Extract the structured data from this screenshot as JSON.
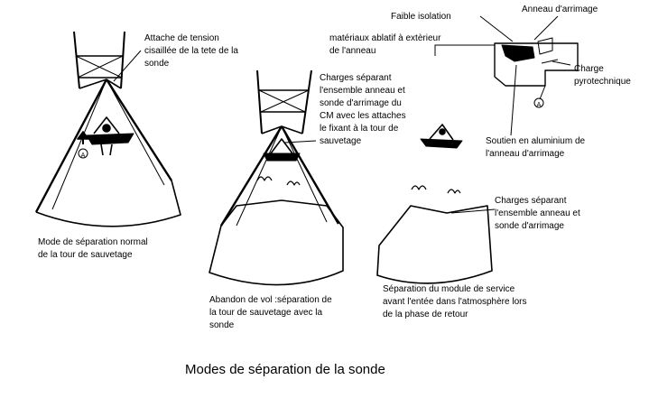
{
  "labels": {
    "shear_tension_tie": "Attache de tension\ncisaillée de la tete de la\nsonde",
    "normal_separation": "Mode de séparation normal\nde la tour de sauvetage",
    "charges_ring_probe_cm": "Charges séparant\nl'ensemble anneau et\nsonde d'arrimage du\nCM avec les attaches\nle fixant à la tour de\nsauvetage",
    "abort_separation": "Abandon de vol :séparation de\nla tour de sauvetage avec la\nsonde",
    "low_insulation": "Faible isolation",
    "docking_ring": "Anneau d'arrimage",
    "ablative_material": "matériaux ablatif à extèrieur\nde l'anneau",
    "pyro_charge": "Charge\npyrotechnique",
    "aluminum_support": "Soutien en aluminium de\nl'anneau d'arrimage",
    "charges_ring_probe": "Charges séparant\nl'ensemble anneau et\nsonde d'arrimage",
    "service_module_separation": "Séparation du module de service\navant l'entée dans l'atmosphère lors\nde la phase de retour",
    "detail_marker": "A",
    "diagram_title": "Modes de séparation de la sonde"
  }
}
